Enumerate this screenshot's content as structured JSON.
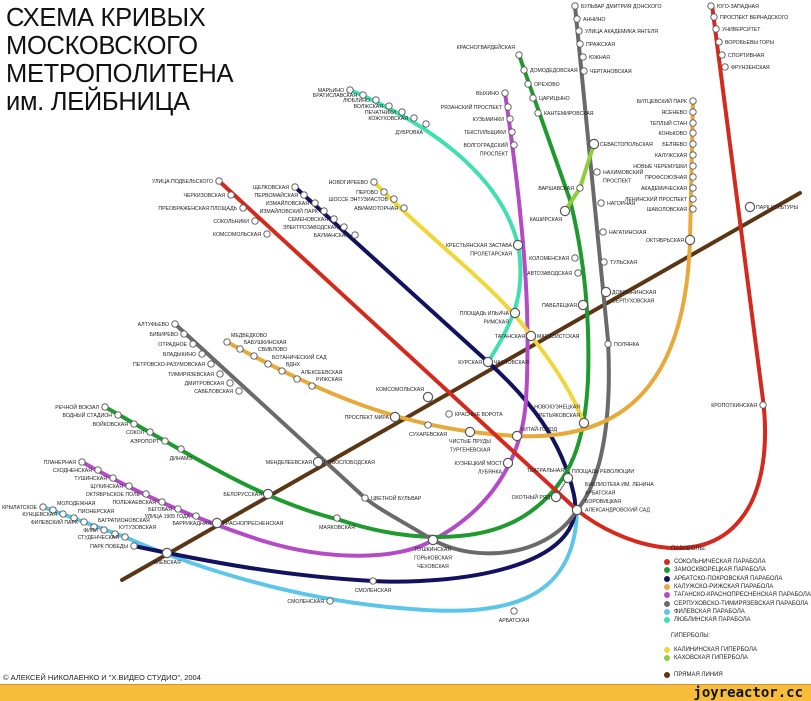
{
  "title": [
    "СХЕМА КРИВЫХ",
    "МОСКОВСКОГО",
    "МЕТРОПОЛИТЕНА",
    "им. ЛЕЙБНИЦА"
  ],
  "colors": {
    "sokolnicheskaya": "#d42a1e",
    "zamoskvoretskaya": "#1f9a2e",
    "arbatsko_pokrovskaya": "#12125e",
    "kaluzhsko_rizhskaya": "#e8a93b",
    "tagansko_krasnopresnenskaya": "#b44ac8",
    "serpukhovsko_timiryazevskaya": "#6a6a6a",
    "filyovskaya": "#5cc6ea",
    "lyublinskaya": "#40dfb0",
    "kalininskaya": "#f0d63a",
    "kakhovskaya": "#8ccf3b",
    "straight": "#5a3615"
  },
  "legend": {
    "parabolas_header": "ПАРАБОЛЫ:",
    "parabolas": [
      {
        "label": "СОКОЛЬНИЧЕСКАЯ ПАРАБОЛА",
        "color": "#d42a1e"
      },
      {
        "label": "ЗАМОСКВОРЕЦКАЯ ПАРАБОЛА",
        "color": "#1f9a2e"
      },
      {
        "label": "АРБАТСКО-ПОКРОВСКАЯ ПАРАБОЛА",
        "color": "#12125e"
      },
      {
        "label": "КАЛУЖСКО-РИЖСКАЯ ПАРАБОЛА",
        "color": "#e8a93b"
      },
      {
        "label": "ТАГАНСКО-КРАСНОПРЕСНЕНСКАЯ ПАРАБОЛА",
        "color": "#b44ac8"
      },
      {
        "label": "СЕРПУХОВСКО-ТИМИРЯЗЕВСКАЯ ПАРАБОЛА",
        "color": "#6a6a6a"
      },
      {
        "label": "ФИЛЕВСКАЯ ПАРАБОЛА",
        "color": "#5cc6ea"
      },
      {
        "label": "ЛЮБЛИНСКАЯ ПАРАБОЛА",
        "color": "#40dfb0"
      }
    ],
    "hyperbolas_header": "ГИПЕРБОЛЫ:",
    "hyperbolas": [
      {
        "label": "КАЛИНИНСКАЯ ГИПЕРБОЛА",
        "color": "#f0d63a"
      },
      {
        "label": "КАХОВСКАЯ ГИПЕРБОЛА",
        "color": "#8ccf3b"
      }
    ],
    "straight": {
      "label": "ПРЯМАЯ ЛИНИЯ",
      "color": "#5a3615"
    }
  },
  "stations": [
    {
      "label": [
        "БУЛЬВАР ДМИТРИЯ ДОНСКОГО"
      ]
    },
    {
      "label": [
        "АННИНО"
      ]
    },
    {
      "label": [
        "УЛИЦА АКАДЕМИКА ЯНГЕЛЯ"
      ]
    },
    {
      "label": [
        "ПРАЖСКАЯ"
      ]
    },
    {
      "label": [
        "ЮЖНАЯ"
      ]
    },
    {
      "label": [
        "ЧЕРТАНОВСКАЯ"
      ]
    },
    {
      "label": [
        "ЮГО-ЗАПАДНАЯ"
      ]
    },
    {
      "label": [
        "ПРОСПЕКТ ВЕРНАДСКОГО"
      ]
    },
    {
      "label": [
        "УНИВЕРСИТЕТ"
      ]
    },
    {
      "label": [
        "ВОРОБЬЕВЫ ГОРЫ"
      ]
    },
    {
      "label": [
        "СПОРТИВНАЯ"
      ]
    },
    {
      "label": [
        "ФРУНЗЕНСКАЯ"
      ]
    },
    {
      "label": [
        "КРАСНОГВАРДЕЙСКАЯ"
      ]
    },
    {
      "label": [
        "ДОМОДЕДОВСКАЯ"
      ]
    },
    {
      "label": [
        "ОРЕХОВО"
      ]
    },
    {
      "label": [
        "ЦАРИЦЫНО"
      ]
    },
    {
      "label": [
        "КАНТЕМИРОВСКАЯ"
      ]
    },
    {
      "label": [
        "ВЫХИНО"
      ]
    },
    {
      "label": [
        "РЯЗАНСКИЙ ПРОСПЕКТ"
      ]
    },
    {
      "label": [
        "КУЗЬМИНКИ"
      ]
    },
    {
      "label": [
        "ТЕКСТИЛЬЩИКИ"
      ]
    },
    {
      "label": [
        "ВОЛГОГРАДСКИЙ",
        "ПРОСПЕКТ"
      ]
    },
    {
      "label": [
        "БИТЦЕВСКИЙ ПАРК"
      ]
    },
    {
      "label": [
        "ЯСЕНЕВО"
      ]
    },
    {
      "label": [
        "ТЕПЛЫЙ СТАН"
      ]
    },
    {
      "label": [
        "КОНЬКОВО"
      ]
    },
    {
      "label": [
        "БЕЛЯЕВО"
      ]
    },
    {
      "label": [
        "КАЛУЖСКАЯ"
      ]
    },
    {
      "label": [
        "НОВЫЕ ЧЕРЕМУШКИ"
      ]
    },
    {
      "label": [
        "ПРОФСОЮЗНАЯ"
      ]
    },
    {
      "label": [
        "АКАДЕМИЧЕСКАЯ"
      ]
    },
    {
      "label": [
        "ЛЕНИНСКИЙ ПРОСПЕКТ"
      ]
    },
    {
      "label": [
        "ШАБОЛОВСКАЯ"
      ]
    },
    {
      "label": [
        "СЕВАСТОПОЛЬСКАЯ"
      ]
    },
    {
      "label": [
        "НАХИМОВСКИЙ",
        "ПРОСПЕКТ"
      ]
    },
    {
      "label": [
        "ВАРШАВСКАЯ"
      ]
    },
    {
      "label": [
        "НАГОРНАЯ"
      ]
    },
    {
      "label": [
        "КАШИРСКАЯ"
      ]
    },
    {
      "label": [
        "НАГАТИНСКАЯ"
      ]
    },
    {
      "label": [
        "ОКТЯБРЬСКАЯ"
      ]
    },
    {
      "label": [
        "ПАРК КУЛЬТУРЫ"
      ]
    },
    {
      "label": [
        "ТУЛЬСКАЯ"
      ]
    },
    {
      "label": [
        "КОЛОМЕНСКАЯ"
      ]
    },
    {
      "label": [
        "АВТОЗАВОДСКАЯ"
      ]
    },
    {
      "label": [
        "КРЕСТЬЯНСКАЯ ЗАСТАВА",
        "ПРОЛЕТАРСКАЯ"
      ]
    },
    {
      "label": [
        "ПАВЕЛЕЦКАЯ"
      ]
    },
    {
      "label": [
        "ДОБРЫНИНСКАЯ",
        "СЕРПУХОВСКАЯ"
      ]
    },
    {
      "label": [
        "ПЛОЩАДЬ ИЛЬИЧА",
        "РИМСКАЯ"
      ]
    },
    {
      "label": [
        "ТАГАНСКАЯ"
      ]
    },
    {
      "label": [
        "МАРКСИСТСКАЯ"
      ]
    },
    {
      "label": [
        "ПОЛЯНКА"
      ]
    },
    {
      "label": [
        "КУРСКАЯ"
      ]
    },
    {
      "label": [
        "ЧКАЛОВСКАЯ"
      ]
    },
    {
      "label": [
        "КРОПОТКИНСКАЯ"
      ]
    },
    {
      "label": [
        "КОМСОМОЛЬСКАЯ"
      ]
    },
    {
      "label": [
        "КРАСНЫЕ ВОРОТА"
      ]
    },
    {
      "label": [
        "ПРОСПЕКТ МИРА"
      ]
    },
    {
      "label": [
        "СУХАРЕВСКАЯ"
      ]
    },
    {
      "label": [
        "ЧИСТЫЕ ПРУДЫ",
        "ТУРГЕНЕВСКАЯ"
      ]
    },
    {
      "label": [
        "КИТАЙ-ГОРОД"
      ]
    },
    {
      "label": [
        "НОВОКУЗНЕЦКАЯ",
        "ТРЕТЬЯКОВСКАЯ"
      ]
    },
    {
      "label": [
        "КУЗНЕЦКИЙ МОСТ",
        "ЛУБЯНКА"
      ]
    },
    {
      "label": [
        "ТЕАТРАЛЬНАЯ"
      ]
    },
    {
      "label": [
        "ПЛОЩАДЬ РЕВОЛЮЦИИ"
      ]
    },
    {
      "label": [
        "БИБЛИОТЕКА ИМ. ЛЕНИНА",
        "АРБАТСКАЯ",
        "БОРОВИЦКАЯ",
        "АЛЕКСАНДРОВСКИЙ САД"
      ]
    },
    {
      "label": [
        "ОХОТНЫЙ РЯД"
      ]
    },
    {
      "label": [
        "ЦВЕТНОЙ БУЛЬВАР"
      ]
    },
    {
      "label": [
        "МЕНДЕЛЕЕВСКАЯ"
      ]
    },
    {
      "label": [
        "НОВОСЛОБОДСКАЯ"
      ]
    },
    {
      "label": [
        "БЕЛОРУССКАЯ"
      ]
    },
    {
      "label": [
        "МАЯКОВСКАЯ"
      ]
    },
    {
      "label": [
        "КРАСНОПРЕСНЕНСКАЯ"
      ]
    },
    {
      "label": [
        "БАРРИКАДНАЯ"
      ]
    },
    {
      "label": [
        "ПУШКИНСКАЯ",
        "ГОРЬКОВСКАЯ",
        "ЧЕХОВСКАЯ"
      ]
    },
    {
      "label": [
        "КИЕВСКАЯ"
      ]
    },
    {
      "label": [
        "СМОЛЕНСКАЯ"
      ]
    },
    {
      "label": [
        "СМОЛЕНСКАЯ"
      ]
    },
    {
      "label": [
        "АРБАТСКАЯ"
      ]
    },
    {
      "label": [
        "РЕЧНОЙ ВОКЗАЛ"
      ]
    },
    {
      "label": [
        "ВОДНЫЙ СТАДИОН"
      ]
    },
    {
      "label": [
        "ВОЙКОВСКАЯ"
      ]
    },
    {
      "label": [
        "СОКОЛ"
      ]
    },
    {
      "label": [
        "АЭРОПОРТ"
      ]
    },
    {
      "label": [
        "ДИНАМО"
      ]
    },
    {
      "label": [
        "ПЛАНЕРНАЯ"
      ]
    },
    {
      "label": [
        "СХОДНЕНСКАЯ"
      ]
    },
    {
      "label": [
        "ТУШИНСКАЯ"
      ]
    },
    {
      "label": [
        "ЩУКИНСКАЯ"
      ]
    },
    {
      "label": [
        "ОКТЯБРЬСКОЕ ПОЛЕ"
      ]
    },
    {
      "label": [
        "ПОЛЕЖАЕВСКАЯ"
      ]
    },
    {
      "label": [
        "БЕГОВАЯ"
      ]
    },
    {
      "label": [
        "УЛИЦА 1905 ГОДА"
      ]
    },
    {
      "label": [
        "КРЫЛАТСКОЕ"
      ]
    },
    {
      "label": [
        "МОЛОДЕЖНАЯ"
      ]
    },
    {
      "label": [
        "КУНЦЕВСКАЯ"
      ]
    },
    {
      "label": [
        "ПИОНЕРСКАЯ"
      ]
    },
    {
      "label": [
        "ФИЛЕВСКИЙ ПАРК"
      ]
    },
    {
      "label": [
        "БАГРАТИОНОВСКАЯ"
      ]
    },
    {
      "label": [
        "ФИЛИ"
      ]
    },
    {
      "label": [
        "КУТУЗОВСКАЯ"
      ]
    },
    {
      "label": [
        "СТУДЕНЧЕСКАЯ"
      ]
    },
    {
      "label": [
        "ПАРК ПОБЕДЫ"
      ]
    },
    {
      "label": [
        "АЛТУФЬЕВО"
      ]
    },
    {
      "label": [
        "БИБИРЕВО"
      ]
    },
    {
      "label": [
        "ОТРАДНОЕ"
      ]
    },
    {
      "label": [
        "ВЛАДЫКИНО"
      ]
    },
    {
      "label": [
        "ПЕТРОВСКО-РАЗУМОВСКАЯ"
      ]
    },
    {
      "label": [
        "ТИМИРЯЗЕВСКАЯ"
      ]
    },
    {
      "label": [
        "ДМИТРОВСКАЯ"
      ]
    },
    {
      "label": [
        "САВЕЛОВСКАЯ"
      ]
    },
    {
      "label": [
        "МЕДВЕДКОВО"
      ]
    },
    {
      "label": [
        "БАБУШКИНСКАЯ"
      ]
    },
    {
      "label": [
        "СВИБЛОВО"
      ]
    },
    {
      "label": [
        "БОТАНИЧЕСКИЙ САД"
      ]
    },
    {
      "label": [
        "ВДНХ"
      ]
    },
    {
      "label": [
        "АЛЕКСЕЕВСКАЯ"
      ]
    },
    {
      "label": [
        "РИЖСКАЯ"
      ]
    },
    {
      "label": [
        "УЛИЦА ПОДБЕЛЬСКОГО"
      ]
    },
    {
      "label": [
        "ЧЕРКИЗОВСКАЯ"
      ]
    },
    {
      "label": [
        "ПРЕОБРАЖЕНСКАЯ ПЛОЩАДЬ"
      ]
    },
    {
      "label": [
        "СОКОЛЬНИКИ"
      ]
    },
    {
      "label": [
        "КОМСОМОЛЬСКАЯ"
      ]
    },
    {
      "label": [
        "ЩЕЛКОВСКАЯ"
      ]
    },
    {
      "label": [
        "ПЕРВОМАЙСКАЯ"
      ]
    },
    {
      "label": [
        "ИЗМАЙЛОВСКАЯ"
      ]
    },
    {
      "label": [
        "ИЗМАЙЛОВСКИЙ ПАРК"
      ]
    },
    {
      "label": [
        "СЕМЕНОВСКАЯ"
      ]
    },
    {
      "label": [
        "ЭЛЕКТРОЗАВОДСКАЯ"
      ]
    },
    {
      "label": [
        "БАУМАНСКАЯ"
      ]
    },
    {
      "label": [
        "НОВОГИРЕЕВО"
      ]
    },
    {
      "label": [
        "ПЕРОВО"
      ]
    },
    {
      "label": [
        "ШОССЕ ЭНТУЗИАСТОВ"
      ]
    },
    {
      "label": [
        "АВИАМОТОРНАЯ"
      ]
    },
    {
      "label": [
        "МАРЬИНО"
      ]
    },
    {
      "label": [
        "БРАТИСЛАВСКАЯ"
      ]
    },
    {
      "label": [
        "ЛЮБЛИНО"
      ]
    },
    {
      "label": [
        "ВОЛЖСКАЯ"
      ]
    },
    {
      "label": [
        "ПЕЧАТНИКИ"
      ]
    },
    {
      "label": [
        "КОЖУХОВСКАЯ"
      ]
    },
    {
      "label": [
        "ДУБРОВКА"
      ]
    }
  ],
  "copyright": "© АЛЕКСЕЙ НИКОЛАЕНКО И \"Х.ВИДЕО СТУДИО\", 2004",
  "brand": "joyreactor.cc"
}
